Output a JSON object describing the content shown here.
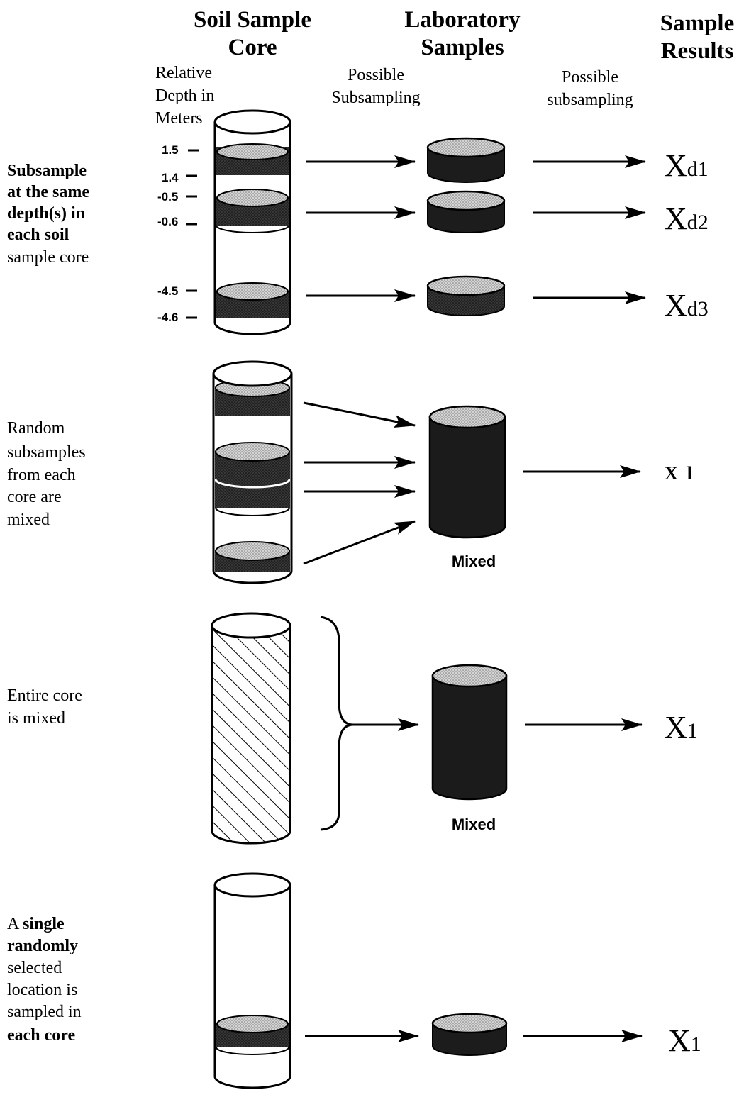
{
  "headers": {
    "core": [
      "Soil Sample",
      "Core"
    ],
    "lab": [
      "Laboratory",
      "Samples"
    ],
    "results": [
      "Sample",
      "Results"
    ]
  },
  "subheaders": {
    "depth": [
      "Relative",
      "Depth in",
      "Meters"
    ],
    "subsampling1": [
      "Possible",
      "Subsampling"
    ],
    "subsampling2": [
      "Possible",
      "subsampling"
    ]
  },
  "depth_marks": [
    "1.5",
    "1.4",
    "-0.5",
    "-0.6",
    "-4.5",
    "-4.6"
  ],
  "rows": [
    {
      "label": [
        {
          "text": "Subsample",
          "bold": true
        },
        {
          "text": "at the same",
          "bold": true
        },
        {
          "text": "depth(s) in",
          "bold": true
        },
        {
          "text": "each soil",
          "bold": true
        },
        {
          "text": "sample core",
          "bold": false
        }
      ],
      "results": [
        {
          "main": "X",
          "sub": "d1"
        },
        {
          "main": "X",
          "sub": "d2"
        },
        {
          "main": "X",
          "sub": "d3"
        }
      ]
    },
    {
      "label": [
        {
          "text": "Random",
          "bold": false
        },
        {
          "text": "subsamples",
          "bold": false
        },
        {
          "text": "from each",
          "bold": false
        },
        {
          "text": "core are",
          "bold": false
        },
        {
          "text": "mixed",
          "bold": false
        }
      ],
      "lab_label": "Mixed",
      "result": "X  l"
    },
    {
      "label": [
        {
          "text": "Entire core",
          "bold": false
        },
        {
          "text": "is mixed",
          "bold": false
        }
      ],
      "lab_label": "Mixed",
      "result": {
        "main": "X",
        "sub": "1"
      }
    },
    {
      "label": [
        [
          {
            "text": "A ",
            "bold": false
          },
          {
            "text": "single",
            "bold": true
          }
        ],
        [
          {
            "text": "randomly",
            "bold": true
          }
        ],
        [
          {
            "text": "selected",
            "bold": false
          }
        ],
        [
          {
            "text": "location is",
            "bold": false
          }
        ],
        [
          {
            "text": "sampled in",
            "bold": false
          }
        ],
        [
          {
            "text": "each core",
            "bold": true
          }
        ]
      ],
      "result": {
        "main": "X",
        "sub": "1"
      }
    }
  ],
  "colors": {
    "ink": "#000000",
    "band_dark": "#2a2a2a",
    "band_light": "#c8c8c8"
  }
}
